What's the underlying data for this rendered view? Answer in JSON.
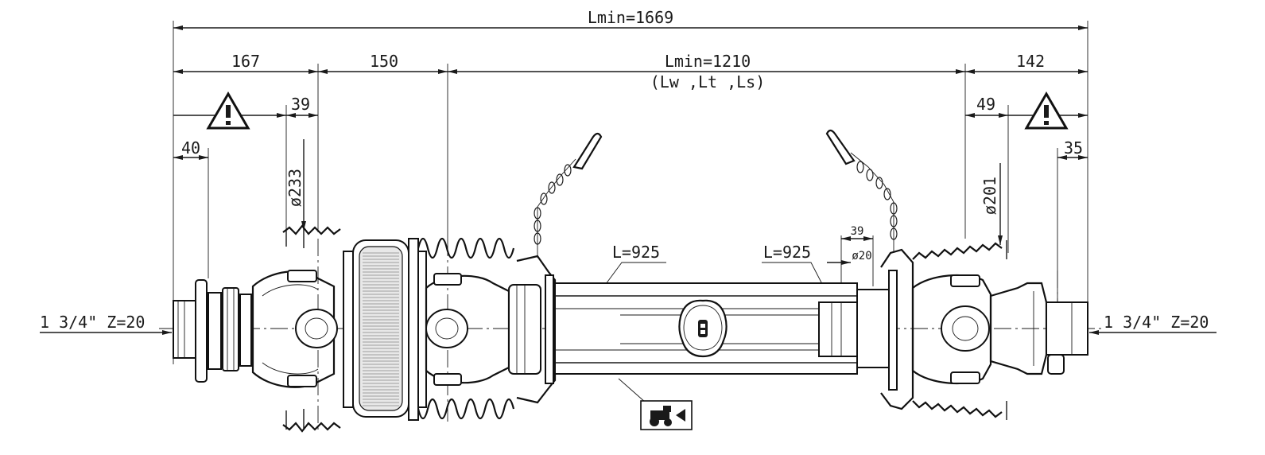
{
  "dimensions": {
    "overall": "Lmin=1669",
    "left_section": "167",
    "clutch_section": "150",
    "tube_section": "Lmin=1210",
    "tube_note": "(Lw ,Lt ,Ls)",
    "right_section": "142",
    "left_yoke": "39",
    "left_flange": "40",
    "left_diameter": "ø233",
    "right_yoke": "49",
    "right_end": "35",
    "right_diameter": "ø201",
    "tube_length_left": "L=925",
    "tube_length_right": "L=925",
    "small_length": "39",
    "small_diameter": "ø20"
  },
  "connections": {
    "left_spline": "1 3/4\" Z=20",
    "right_spline": "1 3/4\" Z=20"
  },
  "icons": [
    "warning-triangle-icon",
    "tractor-direction-icon"
  ],
  "colors": {
    "line": "#1a1a1a",
    "background": "#ffffff"
  }
}
